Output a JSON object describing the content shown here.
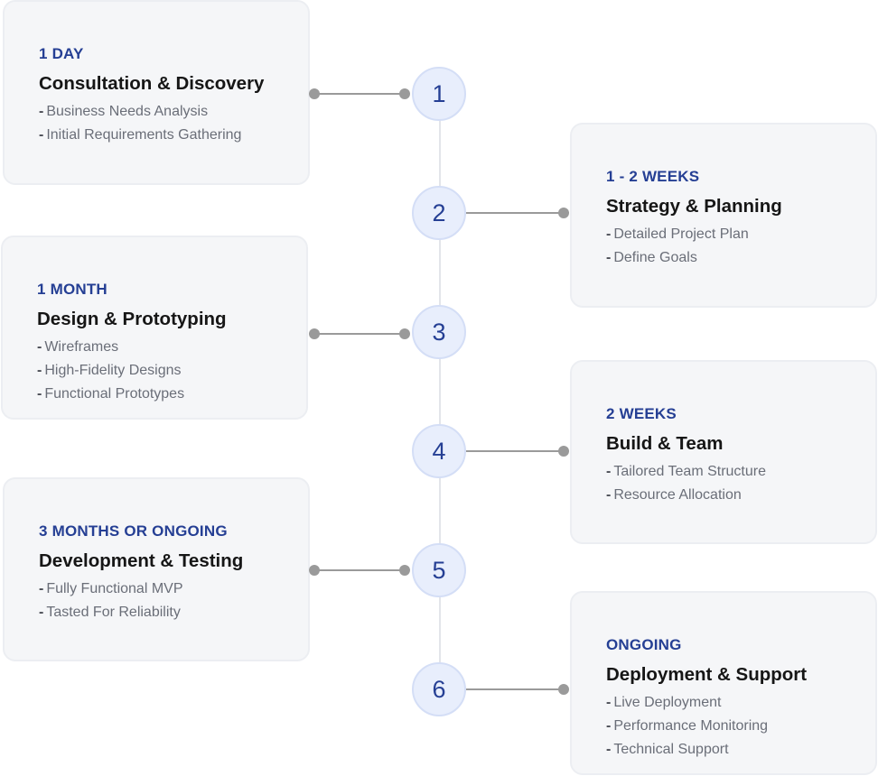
{
  "steps": [
    {
      "number": "1",
      "duration": "1 DAY",
      "title": "Consultation & Discovery",
      "items": [
        "Business Needs Analysis",
        "Initial Requirements Gathering"
      ]
    },
    {
      "number": "2",
      "duration": "1 - 2 WEEKS",
      "title": "Strategy & Planning",
      "items": [
        "Detailed Project Plan",
        "Define Goals"
      ]
    },
    {
      "number": "3",
      "duration": "1 MONTH",
      "title": "Design & Prototyping",
      "items": [
        "Wireframes",
        "High-Fidelity Designs",
        "Functional Prototypes"
      ]
    },
    {
      "number": "4",
      "duration": "2 WEEKS",
      "title": "Build & Team",
      "items": [
        "Tailored Team Structure",
        "Resource Allocation"
      ]
    },
    {
      "number": "5",
      "duration": "3 MONTHS OR ONGOING",
      "title": "Development & Testing",
      "items": [
        "Fully Functional MVP",
        "Tasted For Reliability"
      ]
    },
    {
      "number": "6",
      "duration": "ONGOING",
      "title": "Deployment & Support",
      "items": [
        "Live Deployment",
        "Performance Monitoring",
        "Technical Support"
      ]
    }
  ],
  "bullet": "-",
  "colors": {
    "accent": "#253f94",
    "node_fill": "#e8eefc",
    "card_bg": "#f5f6f8",
    "connector": "#9a9a9a"
  }
}
